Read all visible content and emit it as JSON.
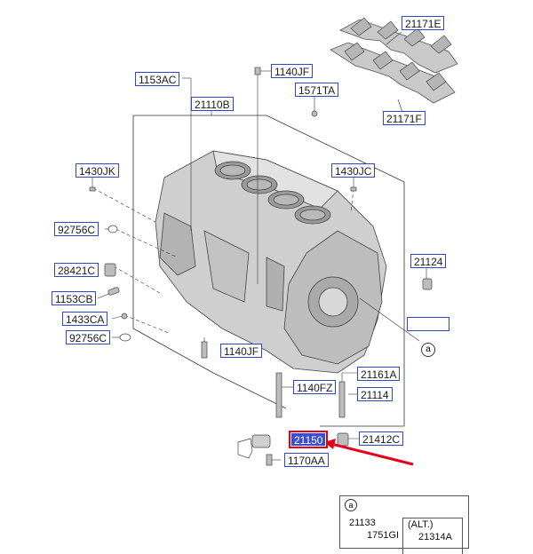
{
  "labels": {
    "p21171E": "21171E",
    "p21171F": "21171F",
    "p1153AC": "1153AC",
    "p1140JF_top": "1140JF",
    "p1571TA": "1571TA",
    "p21110B": "21110B",
    "p1430JK": "1430JK",
    "p1430JC": "1430JC",
    "p92756C_top": "92756C",
    "p28421C": "28421C",
    "p1153CB": "1153CB",
    "p1433CA": "1433CA",
    "p92756C_bot": "92756C",
    "p1140JF_bot": "1140JF",
    "p21124": "21124",
    "p21161A": "21161A",
    "p1140FZ": "1140FZ",
    "p21114": "21114",
    "p21150": "21150",
    "p21412C": "21412C",
    "p1170AA": "1170AA"
  },
  "callout": "a",
  "inset": {
    "ref": "a",
    "part1": "21133",
    "alt": "(ALT.)",
    "part2": "1751GI",
    "part3": "21314A"
  },
  "highlight_color": "#e4001b",
  "label_border_color": "#2f47c8"
}
